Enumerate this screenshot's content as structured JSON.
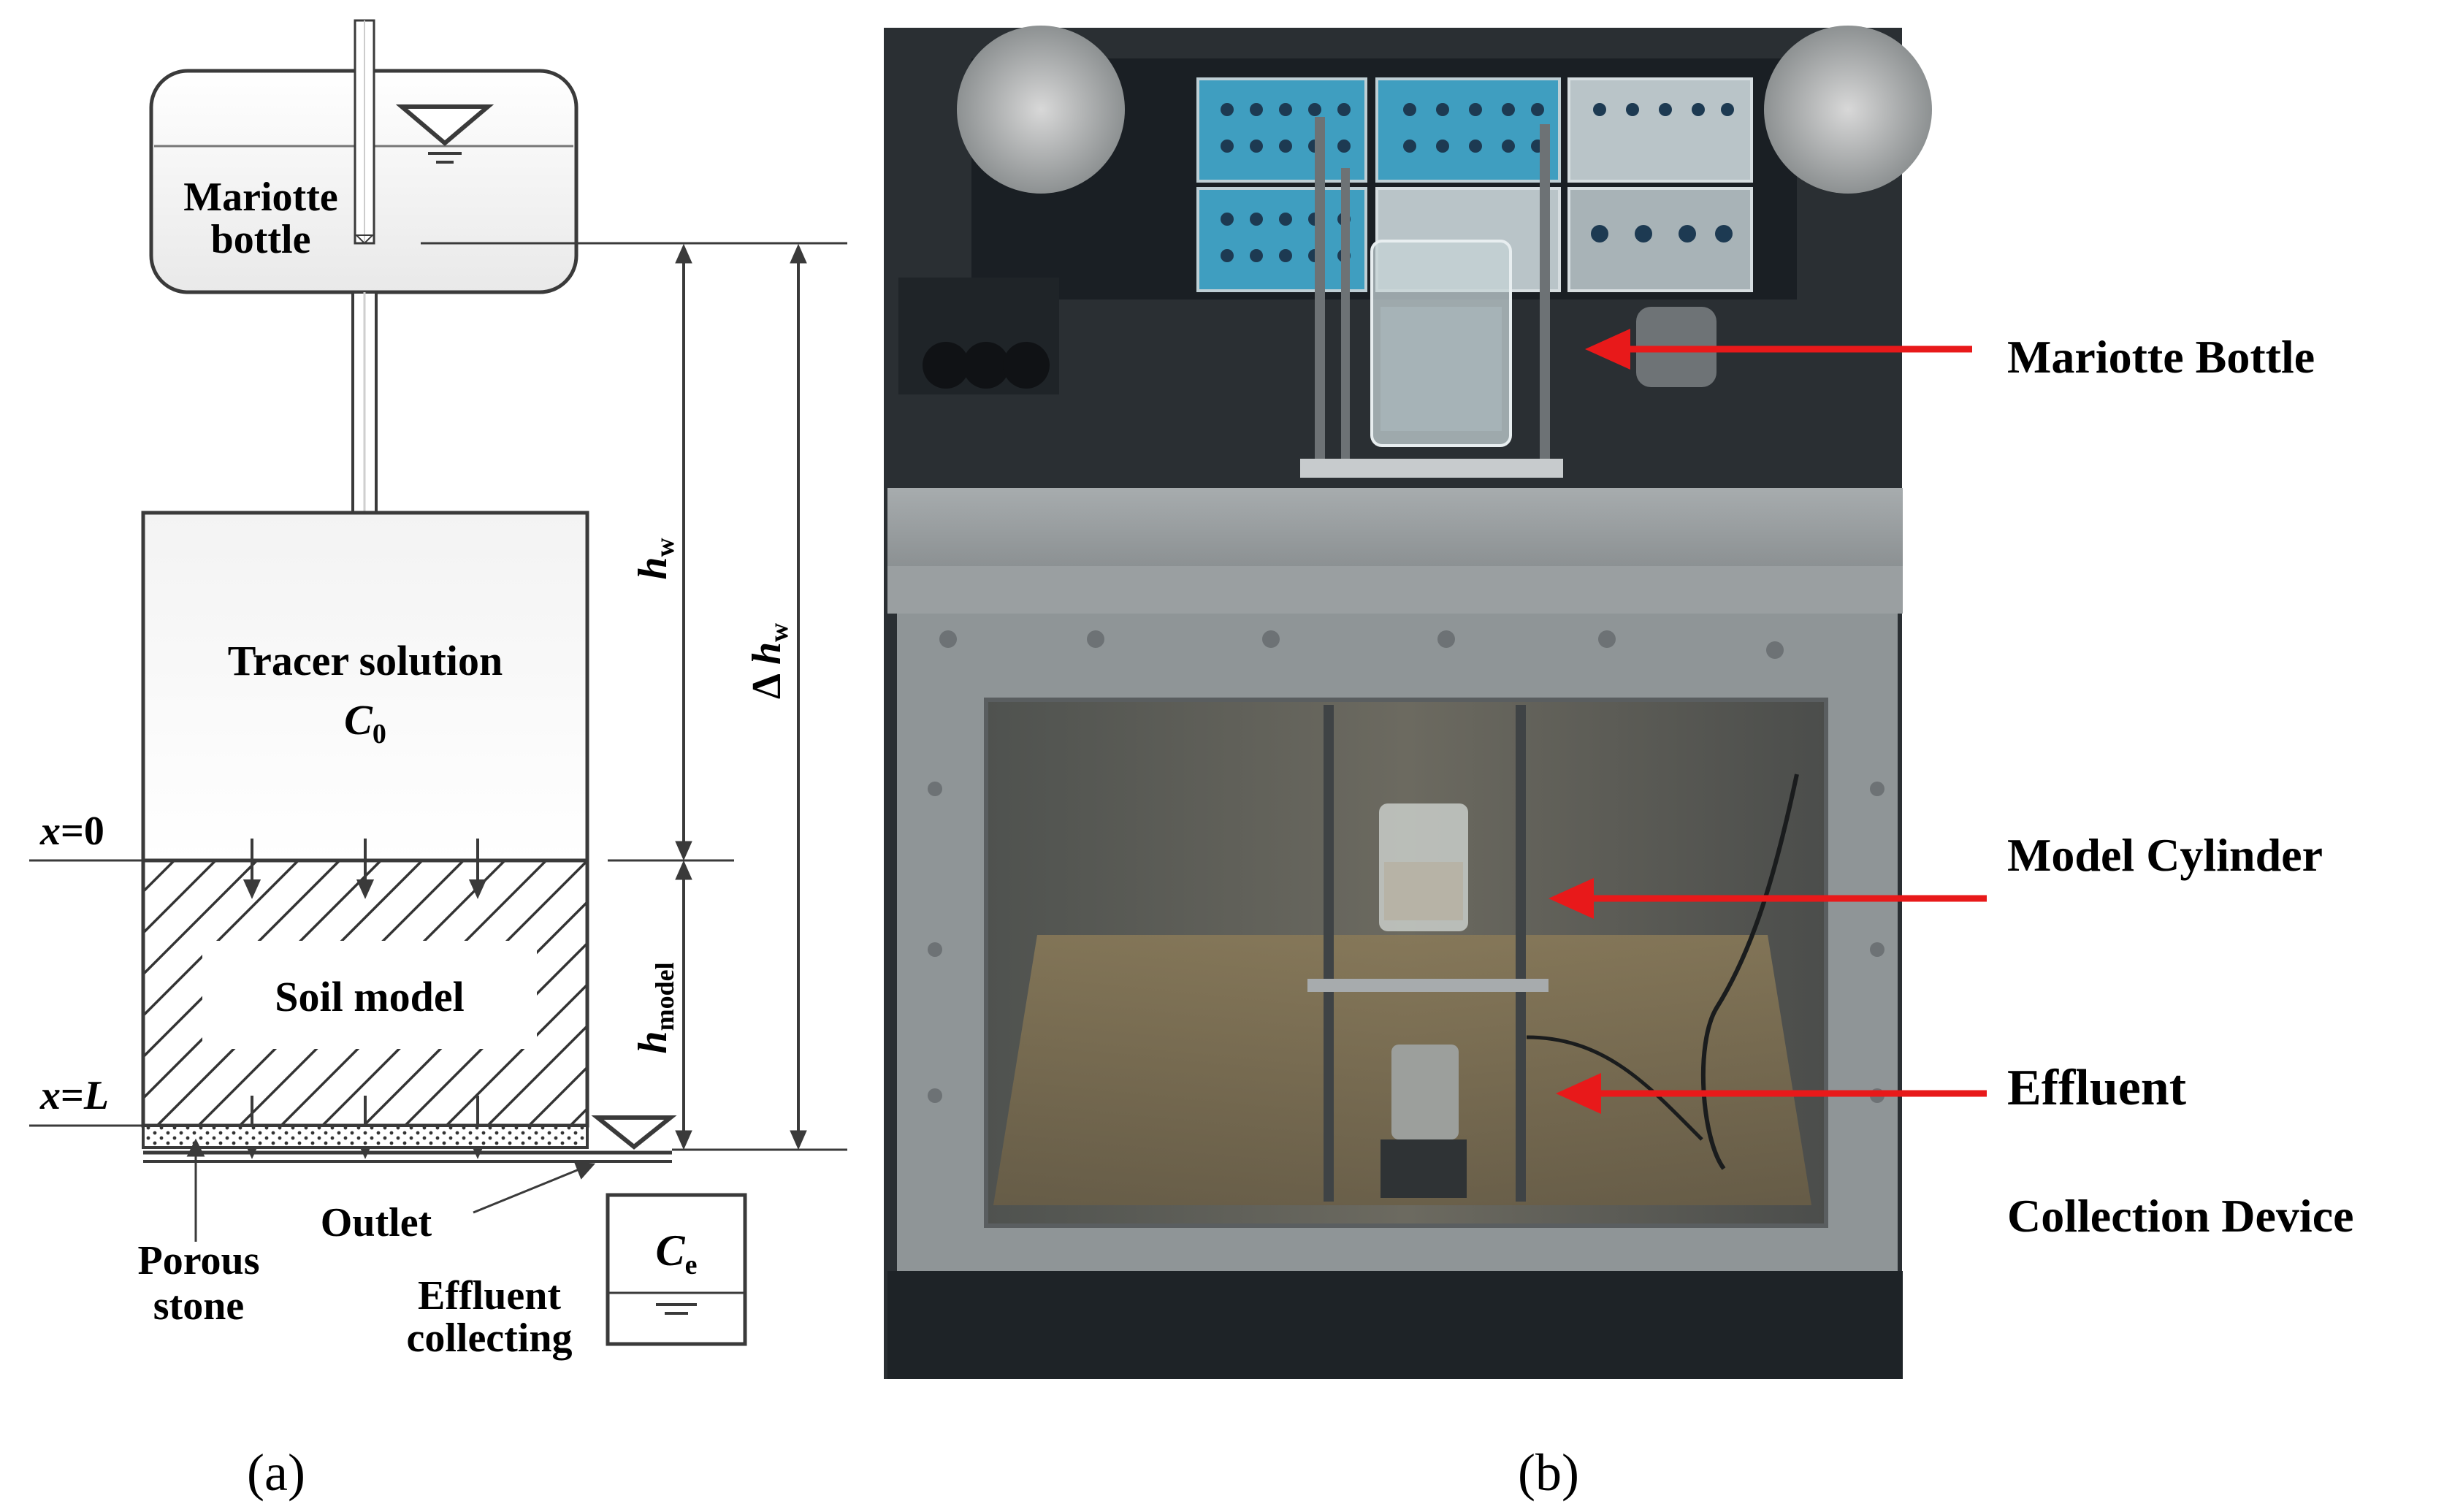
{
  "panel_a": {
    "mariotte_label_1": "Mariotte",
    "mariotte_label_2": "bottle",
    "tracer_label": "Tracer solution",
    "c0_main": "C",
    "c0_sub": "0",
    "x0_x": "x",
    "x0_rest": "=0",
    "xl_x": "x",
    "xl_eq": "=",
    "xl_L": "L",
    "soil_label": "Soil model",
    "hw_main": "h",
    "hw_sub": "w",
    "dhw_delta": "Δ",
    "dhw_main": "h",
    "dhw_sub": "w",
    "hmodel_main": "h",
    "hmodel_sub": "model",
    "outlet_label": "Outlet",
    "porous_label_1": "Porous",
    "porous_label_2": "stone",
    "effluent_label_1": "Effluent",
    "effluent_label_2": "collecting",
    "ce_main": "C",
    "ce_sub": "e",
    "caption": "(a)"
  },
  "panel_b": {
    "mariotte_label": "Mariotte Bottle",
    "model_cylinder_label": "Model Cylinder",
    "effluent_label": "Effluent",
    "collection_label": "Collection Device",
    "caption": "(b)"
  },
  "colors": {
    "arrow_red": "#e8191a",
    "line_dark": "#3a3a3a",
    "photo_frame": "#8e9396",
    "photo_panel": "#2e8cae"
  }
}
